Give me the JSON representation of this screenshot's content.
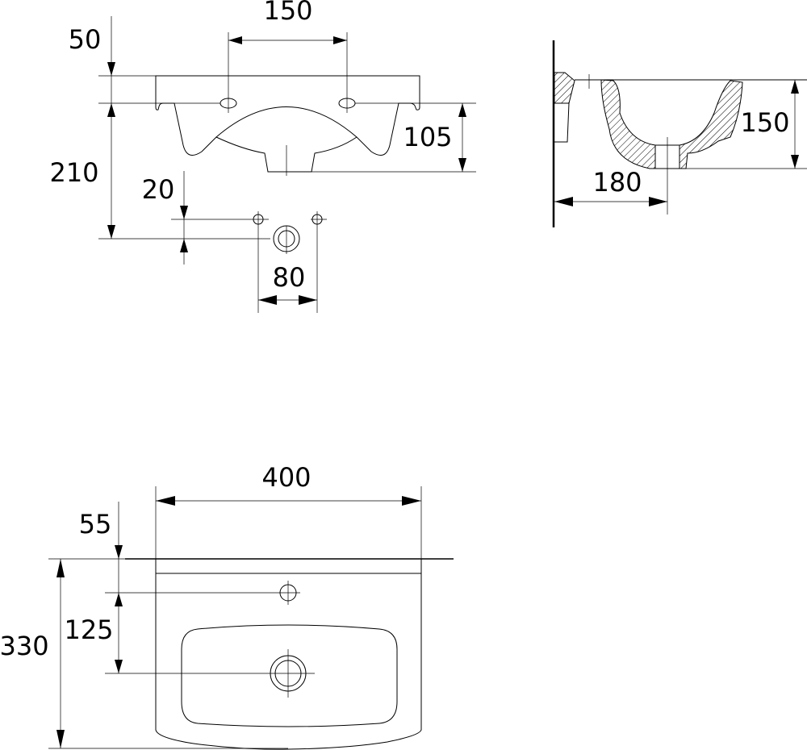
{
  "front_view": {
    "dims": {
      "tap_spacing": "150",
      "rim_height": "50",
      "waste_height": "210",
      "bowl_depth": "105",
      "fixing_offset": "20",
      "fixing_spacing": "80"
    }
  },
  "side_view": {
    "dims": {
      "height": "150",
      "projection": "180"
    }
  },
  "plan_view": {
    "dims": {
      "width": "400",
      "rim_depth": "55",
      "depth": "330",
      "tap_to_drain": "125"
    }
  }
}
